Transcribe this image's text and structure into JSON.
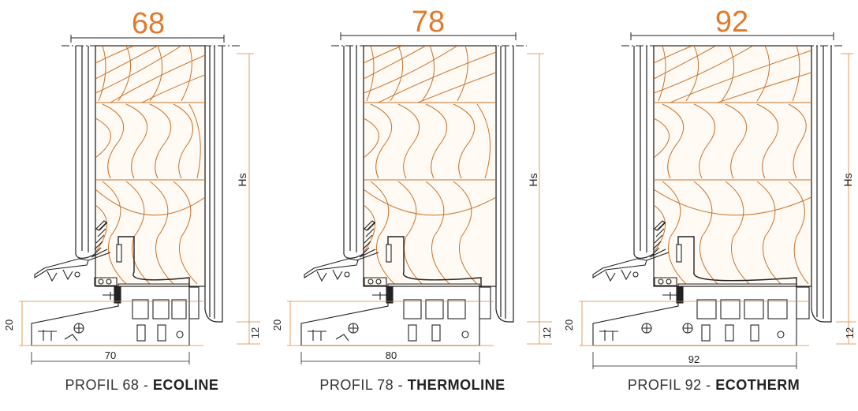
{
  "colors": {
    "accent": "#e07a2c",
    "line": "#222222",
    "wood_line": "#c9722b",
    "dim_line": "#e0843a"
  },
  "profiles": [
    {
      "width_label": "68",
      "height_label": "Hs",
      "left_dim": "20",
      "right_dim": "12",
      "bottom_dim": "70",
      "caption_prefix": "PROFIL 68 - ",
      "caption_name": "ECOLINE"
    },
    {
      "width_label": "78",
      "height_label": "Hs",
      "left_dim": "20",
      "right_dim": "12",
      "bottom_dim": "80",
      "caption_prefix": "PROFIL 78 - ",
      "caption_name": "THERMOLINE"
    },
    {
      "width_label": "92",
      "height_label": "Hs",
      "left_dim": "20",
      "right_dim": "12",
      "bottom_dim": "92",
      "caption_prefix": "PROFIL 92 - ",
      "caption_name": "ECOTHERM"
    }
  ]
}
